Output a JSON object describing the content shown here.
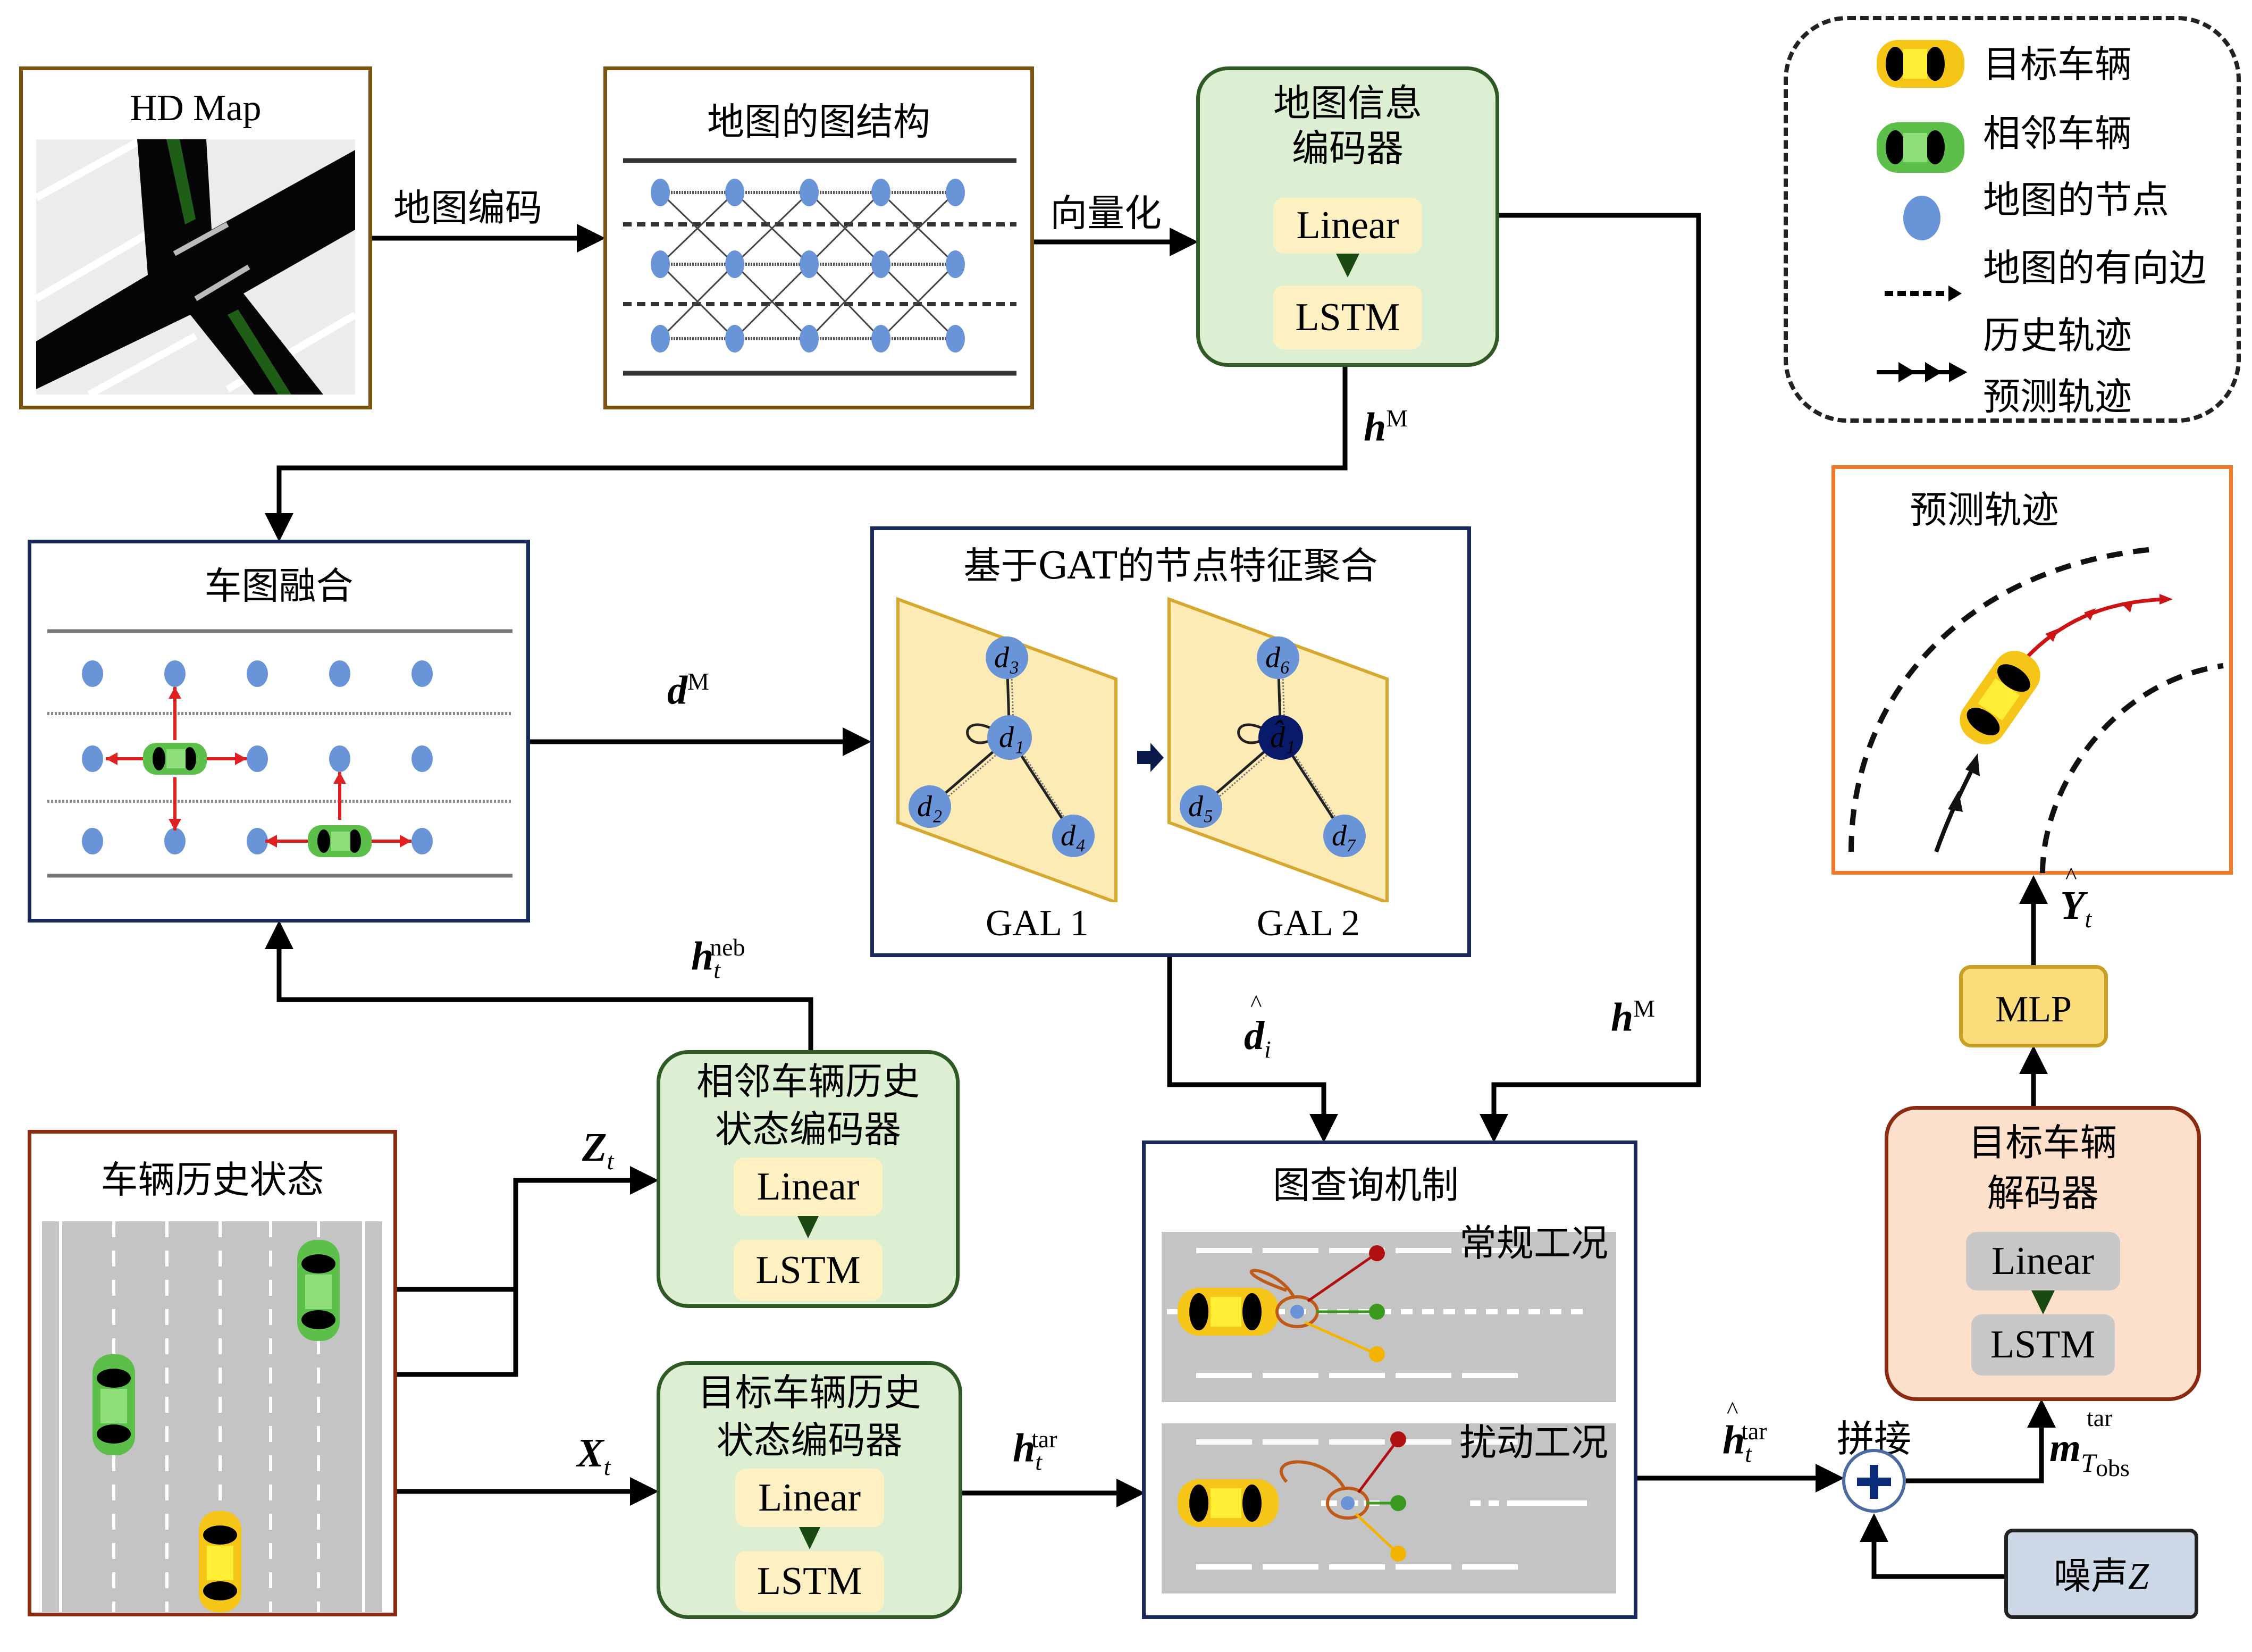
{
  "hd_map": {
    "title": "HD Map"
  },
  "map_graph": {
    "title": "地图的图结构"
  },
  "edges": {
    "map_encode": "地图编码",
    "vectorize": "向量化",
    "hM_top": {
      "base": "h",
      "sup": "M"
    },
    "hM_right": {
      "base": "h",
      "sup": "M"
    },
    "dM": {
      "base": "d",
      "sup": "M"
    },
    "h_neb": {
      "base": "h",
      "sub": "t",
      "sup": "neb"
    },
    "d_hat": {
      "base": "d",
      "sub": "i",
      "hat": "^"
    },
    "Z_t": {
      "base": "Z",
      "sub": "t"
    },
    "X_t": {
      "base": "X",
      "sub": "t"
    },
    "h_tar": {
      "base": "h",
      "sub": "t",
      "sup": "tar"
    },
    "h_tar_hat": {
      "base": "h",
      "sub": "t",
      "sup": "tar",
      "hat": "^"
    },
    "m_tar": {
      "base": "m",
      "sub": "T",
      "subsub": "obs",
      "sup": "tar"
    },
    "Y_hat": {
      "base": "Y",
      "sub": "t",
      "hat": "^"
    },
    "concat": "拼接"
  },
  "map_encoder": {
    "title_line1": "地图信息",
    "title_line2": "编码器",
    "layer1": "Linear",
    "layer2": "LSTM"
  },
  "legend": {
    "items": [
      {
        "icon": "yellow-car-icon",
        "label": "目标车辆"
      },
      {
        "icon": "green-car-icon",
        "label": "相邻车辆"
      },
      {
        "icon": "blue-node-icon",
        "label": "地图的节点"
      },
      {
        "icon": "dashed-arrow-icon",
        "label": "地图的有向边"
      },
      {
        "icon": "black-arrow-chain-icon",
        "label": "历史轨迹"
      },
      {
        "icon": "red-arrow-chain-icon",
        "label": "预测轨迹"
      }
    ]
  },
  "fusion": {
    "title": "车图融合"
  },
  "gat": {
    "title": "基于GAT的节点特征聚合",
    "layer1": {
      "label": "GAL 1",
      "center": "d₁",
      "nodes": [
        "d₃",
        "d₂",
        "d₄"
      ]
    },
    "layer2": {
      "label": "GAL 2",
      "center": "d̂₁",
      "nodes": [
        "d₆",
        "d₅",
        "d₇"
      ]
    }
  },
  "prediction": {
    "title": "预测轨迹"
  },
  "mlp": {
    "label": "MLP"
  },
  "decoder": {
    "title_line1": "目标车辆",
    "title_line2": "解码器",
    "layer1": "Linear",
    "layer2": "LSTM"
  },
  "noise": {
    "label": "噪声",
    "var": "Z"
  },
  "history": {
    "title": "车辆历史状态"
  },
  "neighbor_encoder": {
    "title_line1": "相邻车辆历史",
    "title_line2": "状态编码器",
    "layer1": "Linear",
    "layer2": "LSTM"
  },
  "target_encoder": {
    "title_line1": "目标车辆历史",
    "title_line2": "状态编码器",
    "layer1": "Linear",
    "layer2": "LSTM"
  },
  "query": {
    "title": "图查询机制",
    "normal": "常规工况",
    "disturbed": "扰动工况"
  },
  "colors": {
    "brown_border": "#7a5410",
    "navy_border": "#1b2a5c",
    "green_border": "#2f5a25",
    "green_fill": "#dcefd2",
    "chip_fill": "#fdf0c2",
    "node_blue": "#6a94d8",
    "orange_border": "#f07a2a",
    "decoder_fill": "#fde0cc",
    "decoder_border": "#8a2a10",
    "mlp_fill": "#fbdc7a",
    "noise_fill": "#cdd8e6",
    "red_arrow": "#e02020"
  }
}
